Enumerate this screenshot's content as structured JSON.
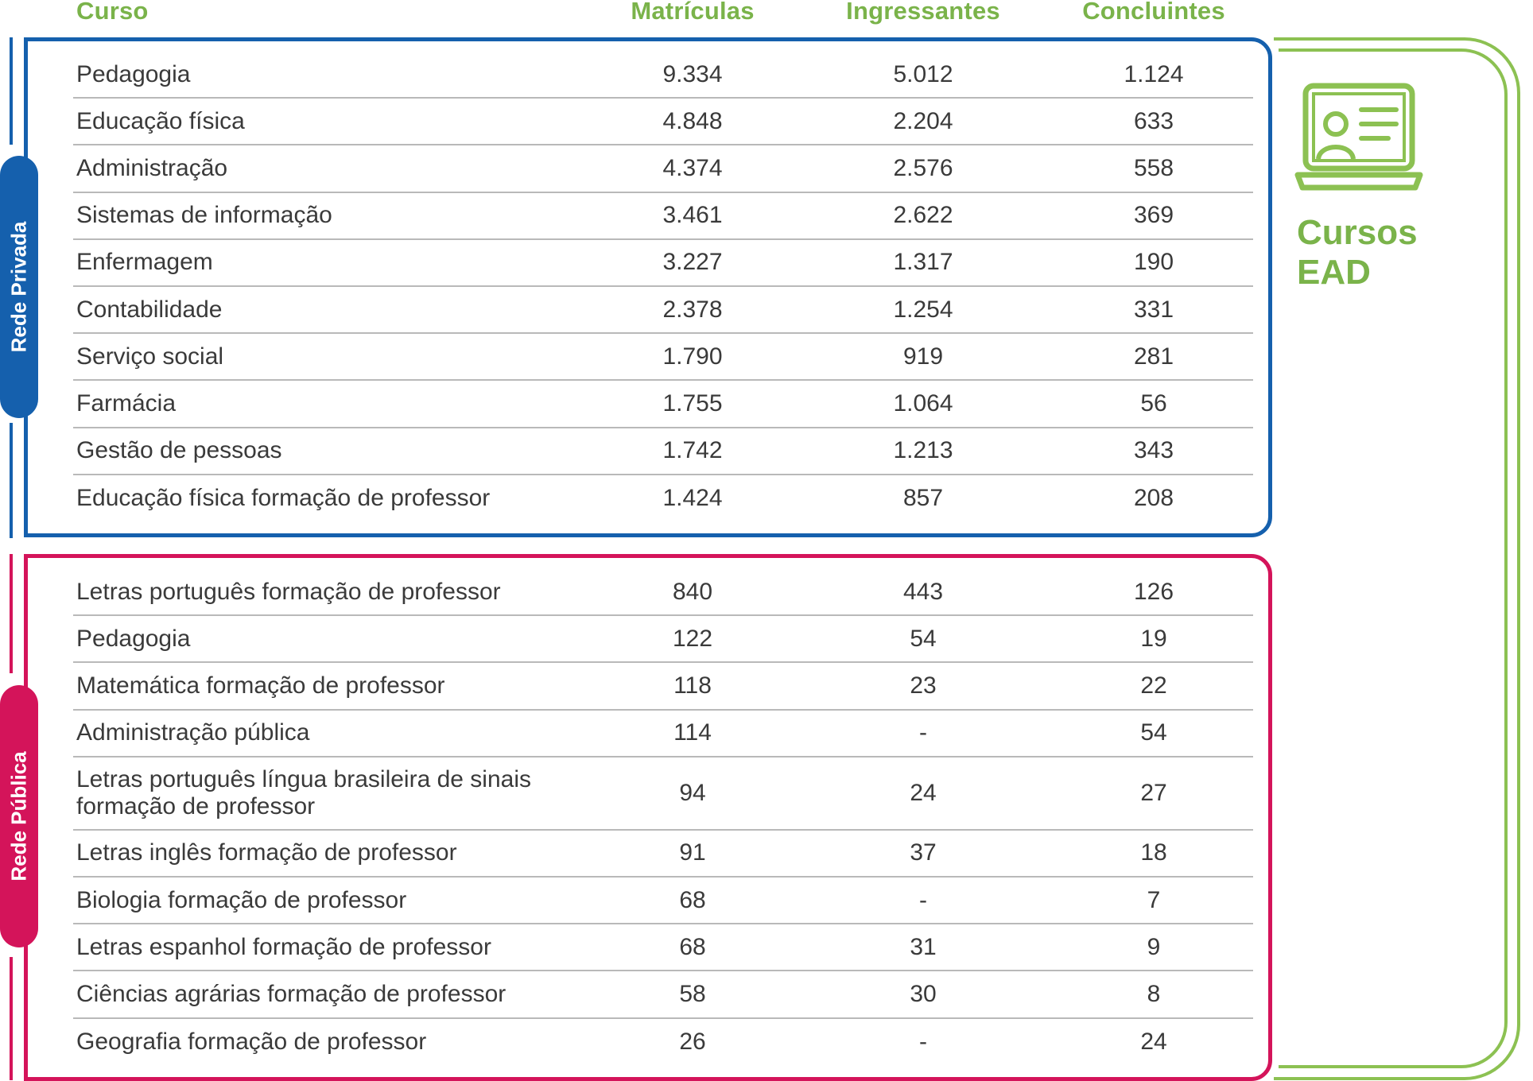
{
  "colors": {
    "private": "#1560ad",
    "public": "#d4145a",
    "accent": "#7ab34a"
  },
  "headers": {
    "course": "Curso",
    "enrollments": "Matrículas",
    "entrants": "Ingressantes",
    "graduates": "Concluintes"
  },
  "panel": {
    "title_line1": "Cursos",
    "title_line2": "EAD",
    "icon": "laptop-profile-icon"
  },
  "groups": [
    {
      "label": "Rede Privada",
      "rows": [
        {
          "course": "Pedagogia",
          "enrollments": "9.334",
          "entrants": "5.012",
          "graduates": "1.124"
        },
        {
          "course": "Educação física",
          "enrollments": "4.848",
          "entrants": "2.204",
          "graduates": "633"
        },
        {
          "course": "Administração",
          "enrollments": "4.374",
          "entrants": "2.576",
          "graduates": "558"
        },
        {
          "course": "Sistemas de informação",
          "enrollments": "3.461",
          "entrants": "2.622",
          "graduates": "369"
        },
        {
          "course": "Enfermagem",
          "enrollments": "3.227",
          "entrants": "1.317",
          "graduates": "190"
        },
        {
          "course": "Contabilidade",
          "enrollments": "2.378",
          "entrants": "1.254",
          "graduates": "331"
        },
        {
          "course": "Serviço social",
          "enrollments": "1.790",
          "entrants": "919",
          "graduates": "281"
        },
        {
          "course": "Farmácia",
          "enrollments": "1.755",
          "entrants": "1.064",
          "graduates": "56"
        },
        {
          "course": "Gestão de pessoas",
          "enrollments": "1.742",
          "entrants": "1.213",
          "graduates": "343"
        },
        {
          "course": "Educação física formação de professor",
          "enrollments": "1.424",
          "entrants": "857",
          "graduates": "208"
        }
      ]
    },
    {
      "label": "Rede Pública",
      "rows": [
        {
          "course": "Letras português formação de professor",
          "enrollments": "840",
          "entrants": "443",
          "graduates": "126"
        },
        {
          "course": "Pedagogia",
          "enrollments": "122",
          "entrants": "54",
          "graduates": "19"
        },
        {
          "course": "Matemática formação de professor",
          "enrollments": "118",
          "entrants": "23",
          "graduates": "22"
        },
        {
          "course": "Administração pública",
          "enrollments": "114",
          "entrants": "-",
          "graduates": "54"
        },
        {
          "course": "Letras português língua brasileira de sinais formação de professor",
          "enrollments": "94",
          "entrants": "24",
          "graduates": "27"
        },
        {
          "course": "Letras inglês formação de professor",
          "enrollments": "91",
          "entrants": "37",
          "graduates": "18"
        },
        {
          "course": "Biologia formação de professor",
          "enrollments": "68",
          "entrants": "-",
          "graduates": "7"
        },
        {
          "course": "Letras espanhol formação de professor",
          "enrollments": "68",
          "entrants": "31",
          "graduates": "9"
        },
        {
          "course": "Ciências agrárias formação de professor",
          "enrollments": "58",
          "entrants": "30",
          "graduates": "8"
        },
        {
          "course": "Geografia formação de professor",
          "enrollments": "26",
          "entrants": "-",
          "graduates": "24"
        }
      ]
    }
  ]
}
